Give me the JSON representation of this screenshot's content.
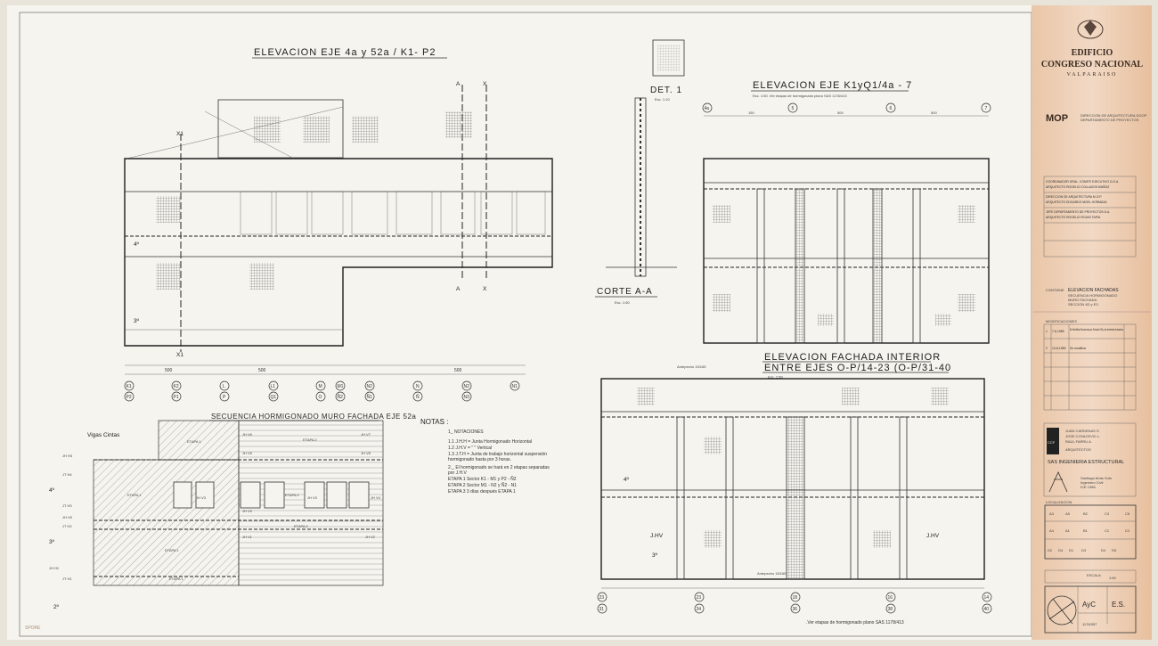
{
  "elev_4a": {
    "title": "ELEVACION EJE 4a y 52a / K1- P2",
    "section_marks": [
      "A",
      "X",
      "A",
      "X",
      "X1",
      "X1"
    ],
    "levels": [
      "4º",
      "3º"
    ],
    "axes": [
      [
        "K1",
        "P2"
      ],
      [
        "K2",
        "P1"
      ],
      [
        "L",
        "P"
      ],
      [
        "L1",
        "Q1"
      ],
      [
        "M",
        "O"
      ],
      [
        "M1",
        "Ñ2"
      ],
      [
        "N2",
        "Ñ1"
      ],
      [
        "N",
        "Ñ"
      ],
      [
        "N2",
        "N3"
      ],
      [
        "N1",
        ""
      ]
    ],
    "dims": [
      "500",
      "500",
      "500"
    ]
  },
  "det1": {
    "title": "DET. 1",
    "scale": "Esc. 1:10"
  },
  "corte": {
    "title": "CORTE A-A",
    "scale": "Esc. 1:50"
  },
  "elev_k1": {
    "title": "ELEVACION EJE K1yQ1/4a - 7",
    "note": "Esc. 1:50   .Ver etapas de hormigonado plano SAS 1178/413",
    "axes": [
      "4a",
      "5",
      "6",
      "7"
    ],
    "dims": [
      "150",
      "500",
      "500"
    ]
  },
  "fachada": {
    "title_1": "ELEVACION FACHADA INTERIOR",
    "title_2": "ENTRE EJES O-P/14-23 (O-P/31-40",
    "scale": "Esc. 1:50",
    "axes": [
      [
        "23",
        "31"
      ],
      [
        "23",
        "34"
      ],
      [
        "18",
        "36"
      ],
      [
        "16",
        "38"
      ],
      [
        "14",
        "40"
      ]
    ],
    "note": ".Ver etapas de hormigonado plano SAS 1178/413",
    "labels": [
      "J.HV",
      "J.HV",
      "Antepecho 15/165",
      "Antepecho 15/165"
    ],
    "levels": [
      "4º",
      "3º"
    ]
  },
  "secuencia": {
    "title": "SECUENCIA HORMIGONADO MURO FACHADA EJE 52a",
    "vigas": "Vigas Cintas",
    "levels": [
      "4º",
      "3º",
      "2º"
    ],
    "joints_left": [
      "JH H3",
      "JT H4",
      "JT H3",
      "JH H2",
      "JT H2",
      "JH H1",
      "JT H1"
    ],
    "joints_right": [
      "JH V6",
      "JH V7",
      "JH V5",
      "JH V8",
      "JH V3",
      "JH V3",
      "JH V4",
      "JH V9",
      "JH V1",
      "JH V2"
    ],
    "etapas": [
      "ETAPA 1",
      "ETAPA 2",
      "ETAPA 1",
      "ETAPA 2",
      "ETAPA 2",
      "ETAPA 1",
      "ETAPA 1"
    ]
  },
  "notas": {
    "title": "NOTAS :",
    "items": [
      "1_ NOTACIONES",
      "1.1 J.H.H = Junta Hormigonado Horizontal",
      "1.2 J.H.V =        \"             \"         Vertical",
      "1.3 J.T.H = Junta de trabajo horizontal suspensión",
      "                hormigonado hasta por 3 horas.",
      "2._ El hormigonado se hará en 2 etapas separadas",
      "      por J.H.V",
      "      ETAPA 1   Sector K1 - M1 y P2 - Ñ2",
      "      ETAPA 2   Sector M1 - N2 y Ñ2 - N1",
      "      ETAPA 3   3 días después ETAPA 1"
    ]
  },
  "title_block": {
    "building_1": "EDIFICIO",
    "building_2": "CONGRESO NACIONAL",
    "city": "VALPARAISO",
    "mop_logo": "MOP",
    "mop_text_1": "DIRECCION DE ARQUITECTURA DGOP",
    "mop_text_2": "DEPARTAMENTO DE PROYECTOS",
    "staff": [
      [
        "COORDINADOR GRAL. COMITE EJECUTIVO D.G.A.",
        "ARQUITECTO ROGELIO COLLADOS MUÑOZ"
      ],
      [
        "DIRECCION DE ARQUITECTURA M.O.P.",
        "ARQUITECTO EDGARDO MOEL HORMAZA"
      ],
      [
        "JEFE DEPARTAMENTO DE PROYECTOS D.A.",
        "ARQUITECTO ROGELIO ROJAS TAPIA"
      ]
    ],
    "contents_label": "CONTIENE",
    "contents": [
      "ELEVACION FACHADAS",
      "SECUENCIA HORMIGONADO",
      "MURO FACHADA",
      "SECCION 4D y E3"
    ],
    "revisions_label": "MODIFICACIONES",
    "revisions": [
      [
        "1",
        "7-6-1989",
        "Se Modifica Secuencia por Solución 55 y se Aumenta Armadura"
      ],
      [
        "2",
        "14-8-1989",
        "Se modifica"
      ]
    ],
    "architects_logo": "CCF",
    "architects": [
      "JUAN CARDENAS S.",
      "JOSE COVACEVIC L.",
      "RAUL FARRU A.",
      "ARQUITECTOS"
    ],
    "engineer_firm": "SAS INGENIERIA ESTRUCTURAL",
    "engineer": [
      "Santiago Arias Soto",
      "Ingeniero Civil",
      "ICE 1386"
    ],
    "location_label": "LOCALIZACION",
    "sectors": [
      "A3",
      "A5",
      "B2",
      "C3",
      "C5",
      "A4",
      "A1",
      "B1",
      "C1",
      "C2",
      "D2",
      "D4",
      "D1",
      "D3",
      "D4",
      "D5"
    ],
    "stamp_ayc": "AyC",
    "stamp_es": "E.S.",
    "plan_no": "1178/357",
    "scale_label": "ESCALA",
    "scale_value": "1:50",
    "margin_mark": "SPORE"
  }
}
